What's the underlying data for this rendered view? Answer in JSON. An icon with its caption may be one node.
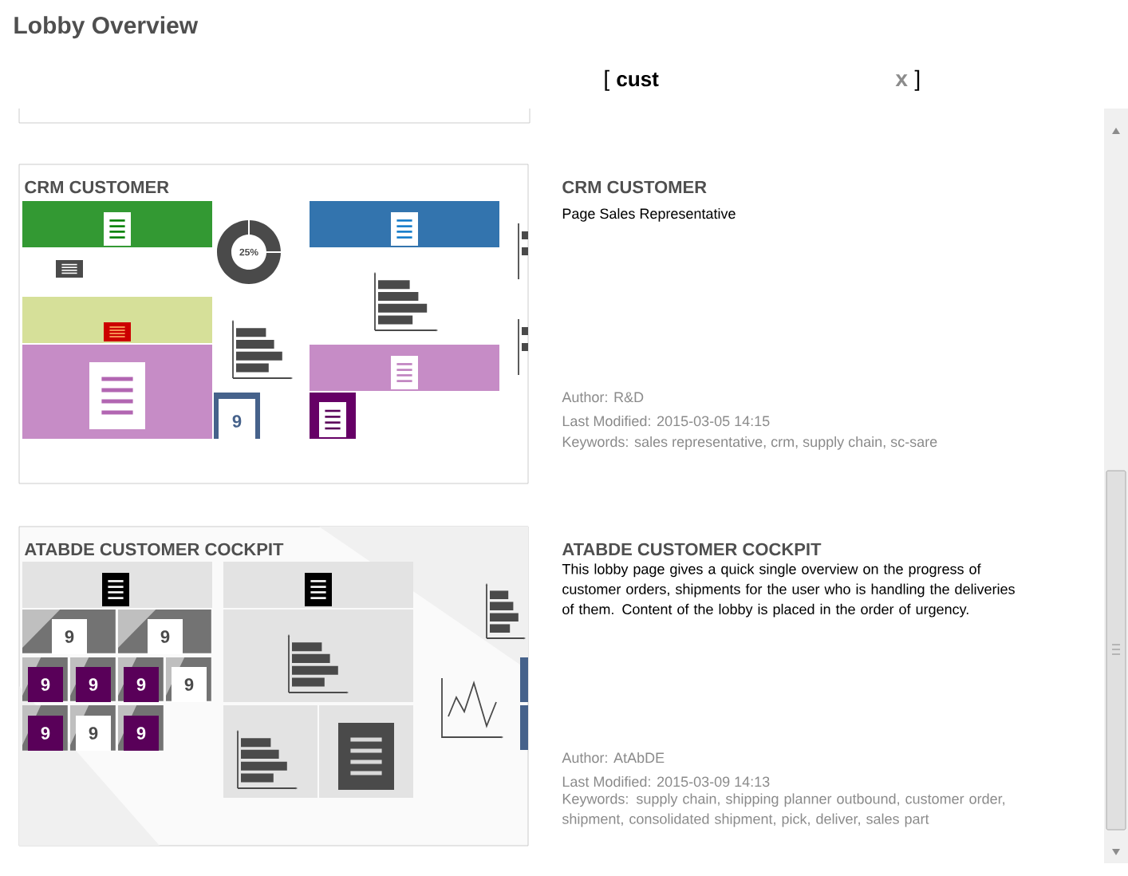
{
  "diagram": {
    "title": "Lobby Overview",
    "labels": [
      "[",
      "cust",
      "x",
      "]",
      "CRM CUSTOMER",
      "25%",
      "9",
      "CRM CUSTOMER",
      "Page Sales Representative",
      "Author: R&D",
      "Last Modified: 2015-03-05 14:15",
      "Keywords: sales representative, crm, supply chain, sc-sare",
      "ATABDE CUSTOMER COCKPIT",
      "9",
      "9",
      "9",
      "9",
      "9",
      "9",
      "9",
      "9",
      "9",
      "ATABDE CUSTOMER COCKPIT",
      "This lobby page gives a quick single overview on the progress of customer orders, shipments for the user who is handling the deliveries of them. Content of the lobby is placed in the order of urgency.",
      "Author: AtAbDE",
      "Last Modified: 2015-03-09 14:13",
      "Keywords: supply chain, shipping planner outbound, customer order, shipment, consolidated shipment, pick, deliver, sales part"
    ]
  }
}
